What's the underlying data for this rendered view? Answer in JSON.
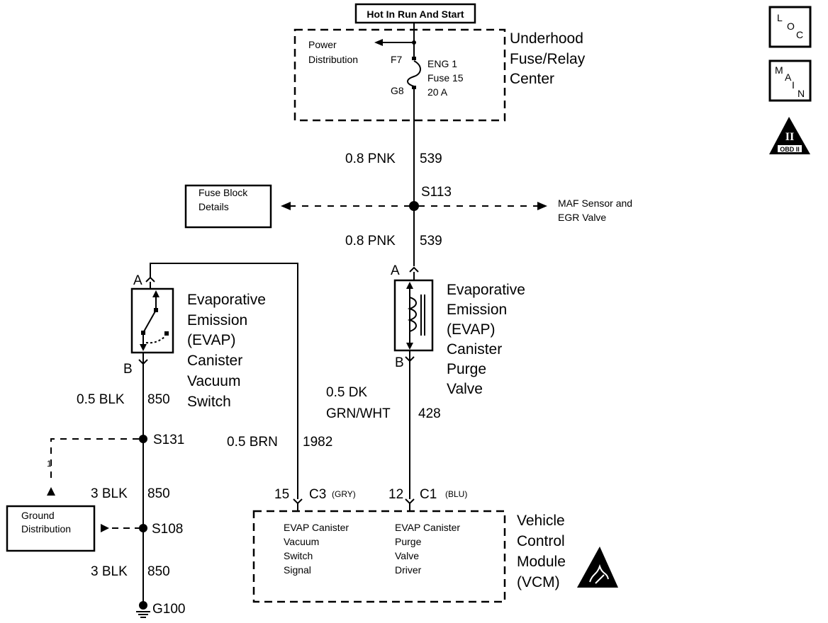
{
  "hot_in_run_label": "Hot In Run And Start",
  "fuse_center": {
    "title_lines": [
      "Underhood",
      "Fuse/Relay",
      "Center"
    ],
    "power_distribution": [
      "Power",
      "Distribution"
    ],
    "pin_f7": "F7",
    "pin_g8": "G8",
    "fuse_lines": [
      "ENG 1",
      "Fuse 15",
      "20 A"
    ]
  },
  "wires": {
    "upper_pnk": "0.8 PNK",
    "upper_pnk_circuit": "539",
    "lower_pnk": "0.8 PNK",
    "lower_pnk_circuit": "539",
    "blk_850_1_size": "0.5 BLK",
    "blk_850_1_circuit": "850",
    "blk_850_2_size": "3 BLK",
    "blk_850_2_circuit": "850",
    "blk_850_3_size": "3 BLK",
    "blk_850_3_circuit": "850",
    "brn_size": "0.5 BRN",
    "brn_circuit": "1982",
    "grn_size_line1": "0.5 DK",
    "grn_size_line2": "GRN/WHT",
    "grn_circuit": "428"
  },
  "splices": {
    "s113": "S113",
    "s131": "S131",
    "s108": "S108",
    "g100": "G100"
  },
  "fuse_block_details": [
    "Fuse Block",
    "Details"
  ],
  "maf_egr": [
    "MAF Sensor and",
    "EGR Valve"
  ],
  "ground_distribution": [
    "Ground",
    "Distribution"
  ],
  "vacuum_switch": {
    "pin_a": "A",
    "pin_b": "B",
    "label_lines": [
      "Evaporative",
      "Emission",
      "(EVAP)",
      "Canister",
      "Vacuum",
      "Switch"
    ]
  },
  "purge_valve": {
    "pin_a": "A",
    "pin_b": "B",
    "label_lines": [
      "Evaporative",
      "Emission",
      "(EVAP)",
      "Canister",
      "Purge",
      "Valve"
    ]
  },
  "vcm": {
    "title_lines": [
      "Vehicle",
      "Control",
      "Module",
      "(VCM)"
    ],
    "pin15": "15",
    "conn_c3": "C3",
    "conn_c3_color": "(GRY)",
    "pin12": "12",
    "conn_c1": "C1",
    "conn_c1_color": "(BLU)",
    "input_lines": [
      "EVAP Canister",
      "Vacuum",
      "Switch",
      "Signal"
    ],
    "output_lines": [
      "EVAP Canister",
      "Purge",
      "Valve",
      "Driver"
    ]
  },
  "side_icons": {
    "loc_letters": [
      "L",
      "O",
      "C"
    ],
    "main_letters": [
      "M",
      "A",
      "I",
      "N"
    ],
    "obd_roman": "II",
    "obd_text": "OBD II"
  },
  "ground_marker": "1"
}
